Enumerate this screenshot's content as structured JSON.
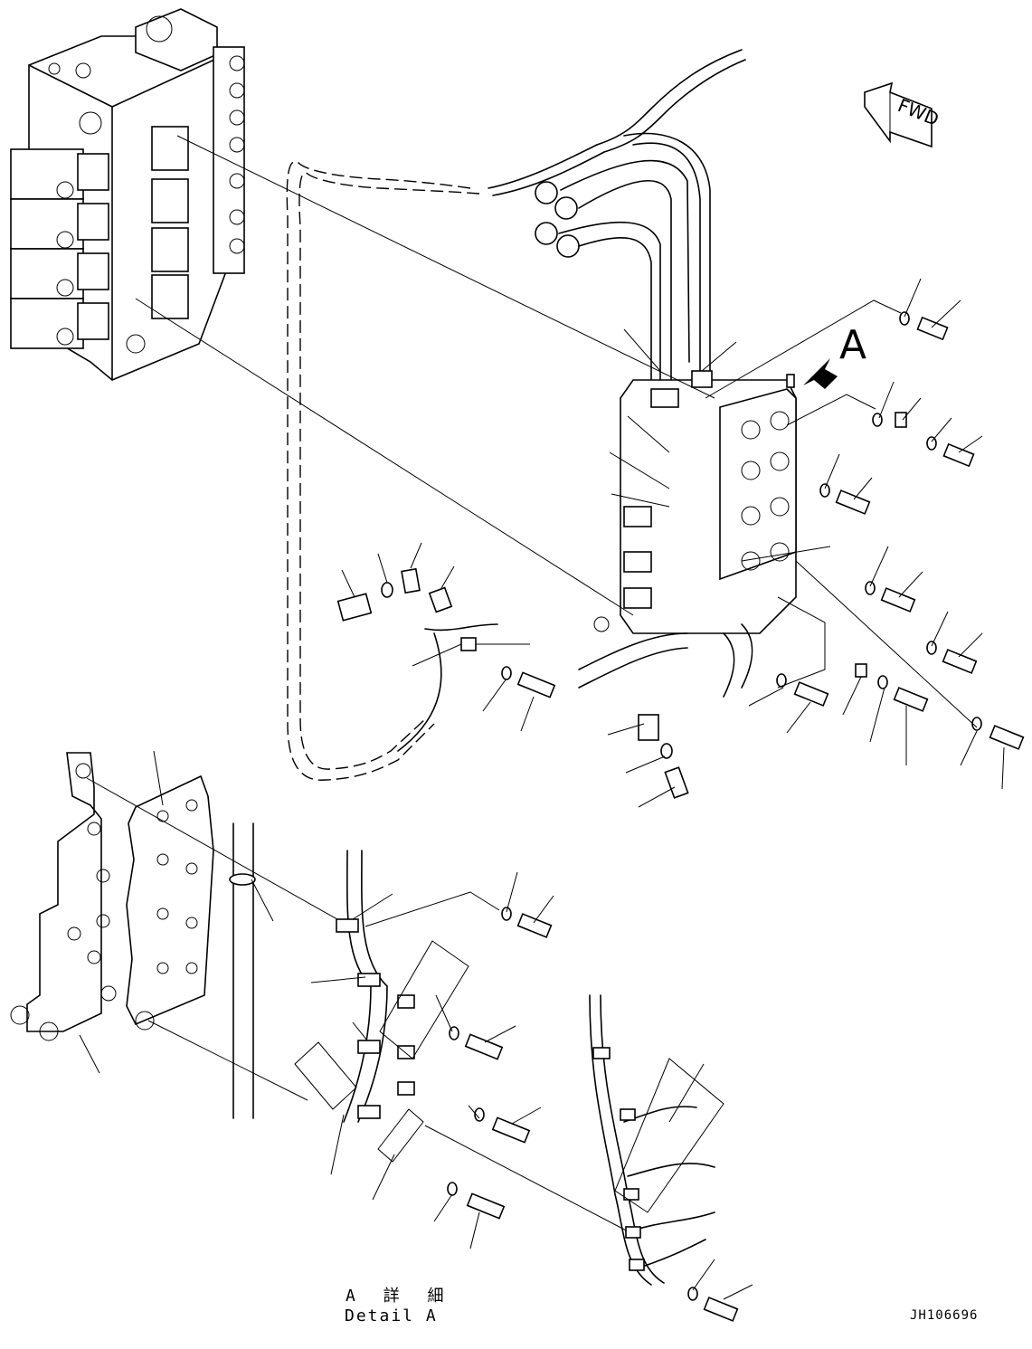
{
  "labels": {
    "callout_a": "A",
    "detail_jp": "A 詳 細",
    "detail_en": "Detail A",
    "drawing_number": "JH106696",
    "fwd_arrow": "FWD"
  },
  "icons": {
    "fwd_arrow": "fwd-arrow-icon",
    "view_arrow": "view-arrow-icon"
  }
}
